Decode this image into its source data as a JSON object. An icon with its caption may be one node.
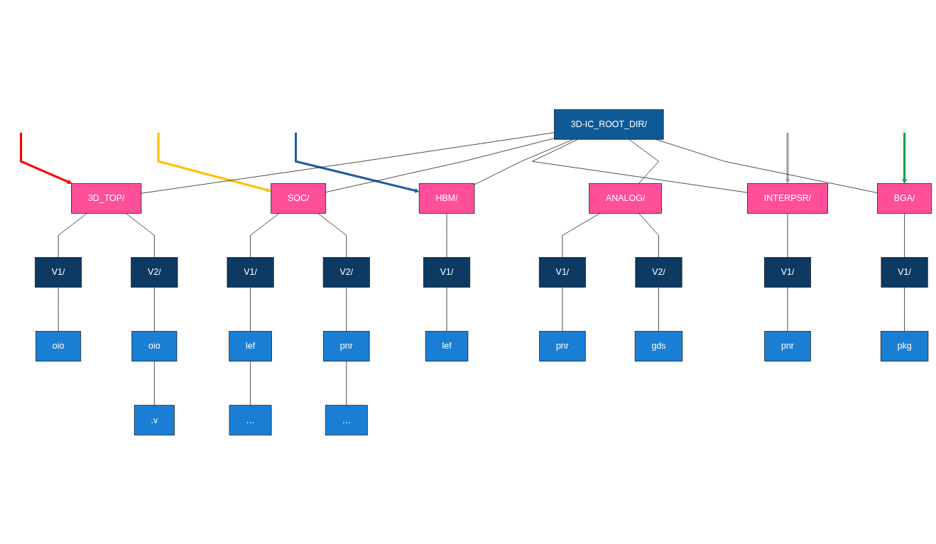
{
  "diagram": {
    "nodes": [
      {
        "text": [
          "3D-IC_ROOT_DIR/"
        ]
      },
      {
        "text": [
          "3D_TOP/"
        ]
      },
      {
        "text": [
          "SOC/"
        ]
      },
      {
        "text": [
          "HBM/"
        ]
      },
      {
        "text": [
          "INTERPSR/"
        ]
      },
      {
        "text": [
          "ANALOG/"
        ]
      },
      {
        "text": [
          "BGA/"
        ]
      },
      {
        "text": [
          "V1/"
        ]
      },
      {
        "text": [
          "V2/"
        ]
      },
      {
        "text": [
          "V1/"
        ]
      },
      {
        "text": [
          "V2/"
        ]
      },
      {
        "text": [
          "V1/"
        ]
      },
      {
        "text": [
          "V1/"
        ]
      },
      {
        "text": [
          "V1/"
        ]
      },
      {
        "text": [
          "V2/"
        ]
      },
      {
        "text": [
          "V1/"
        ]
      },
      {
        "text": [
          "oio"
        ]
      },
      {
        "text": [
          "oio"
        ]
      },
      {
        "text": [
          "lef"
        ]
      },
      {
        "text": [
          "pnr"
        ]
      },
      {
        "text": [
          "lef"
        ]
      },
      {
        "text": [
          "pnr"
        ]
      },
      {
        "text": [
          "pnr"
        ]
      },
      {
        "text": [
          "gds"
        ]
      },
      {
        "text": [
          "pkg"
        ]
      },
      {
        "text": [
          ".v"
        ]
      },
      {
        "text": [
          "…"
        ]
      },
      {
        "text": [
          "…"
        ]
      }
    ],
    "edges": [
      {
        "from": null,
        "to": 1,
        "arrow": "to",
        "style": "thick",
        "color": "#ff0000"
      },
      {
        "from": null,
        "to": 2,
        "arrow": "to",
        "style": "thick",
        "color": "#ffc000"
      },
      {
        "from": null,
        "to": 3,
        "arrow": "to",
        "style": "thick",
        "color": "#1f5fa0"
      },
      {
        "from": null,
        "to": 4,
        "arrow": "to",
        "style": "thick",
        "color": "#a0a0a0"
      },
      {
        "from": null,
        "to": 6,
        "arrow": "to",
        "style": "thick",
        "color": "#00a651"
      },
      {
        "from": 0,
        "to": 1,
        "arrow": "none"
      },
      {
        "from": 0,
        "to": 2,
        "arrow": "none"
      },
      {
        "from": 0,
        "to": 3,
        "arrow": "none"
      },
      {
        "from": 0,
        "to": 4,
        "arrow": "none"
      },
      {
        "from": 0,
        "to": 5,
        "arrow": "none"
      },
      {
        "from": 0,
        "to": 6,
        "arrow": "none"
      },
      {
        "from": 1,
        "to": 7,
        "arrow": "none"
      },
      {
        "from": 1,
        "to": 8,
        "arrow": "none"
      },
      {
        "from": 2,
        "to": 9,
        "arrow": "none"
      },
      {
        "from": 2,
        "to": 10,
        "arrow": "none"
      },
      {
        "from": 3,
        "to": 11,
        "arrow": "none"
      },
      {
        "from": 4,
        "to": 12,
        "arrow": "none"
      },
      {
        "from": 5,
        "to": 13,
        "arrow": "none"
      },
      {
        "from": 5,
        "to": 14,
        "arrow": "none"
      },
      {
        "from": 6,
        "to": 15,
        "arrow": "none"
      },
      {
        "from": 7,
        "to": 16,
        "arrow": "none"
      },
      {
        "from": 8,
        "to": 17,
        "arrow": "none"
      },
      {
        "from": 9,
        "to": 18,
        "arrow": "none"
      },
      {
        "from": 10,
        "to": 19,
        "arrow": "none"
      },
      {
        "from": 11,
        "to": 20,
        "arrow": "none"
      },
      {
        "from": 12,
        "to": 21,
        "arrow": "none"
      },
      {
        "from": 13,
        "to": 22,
        "arrow": "none"
      },
      {
        "from": 14,
        "to": 23,
        "arrow": "none"
      },
      {
        "from": 15,
        "to": 24,
        "arrow": "none"
      },
      {
        "from": 17,
        "to": 25,
        "arrow": "none"
      },
      {
        "from": 18,
        "to": 26,
        "arrow": "none"
      },
      {
        "from": 19,
        "to": 27,
        "arrow": "none"
      }
    ]
  }
}
